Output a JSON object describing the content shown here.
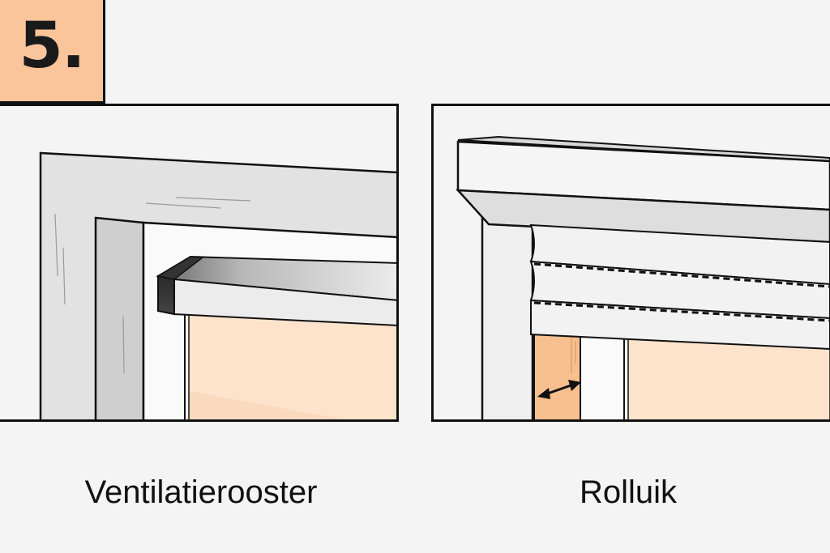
{
  "step": {
    "number": "5."
  },
  "panels": [
    {
      "caption": "Ventilatierooster"
    },
    {
      "caption": "Rolluik"
    }
  ],
  "colors": {
    "badge": "#fbc59b",
    "glass": "#fde3cc",
    "highlight": "#f8c08e",
    "outline": "#111111",
    "frame": "#e0e0e0",
    "background": "#f4f4f4"
  },
  "icons": [
    "double-arrow-icon"
  ]
}
